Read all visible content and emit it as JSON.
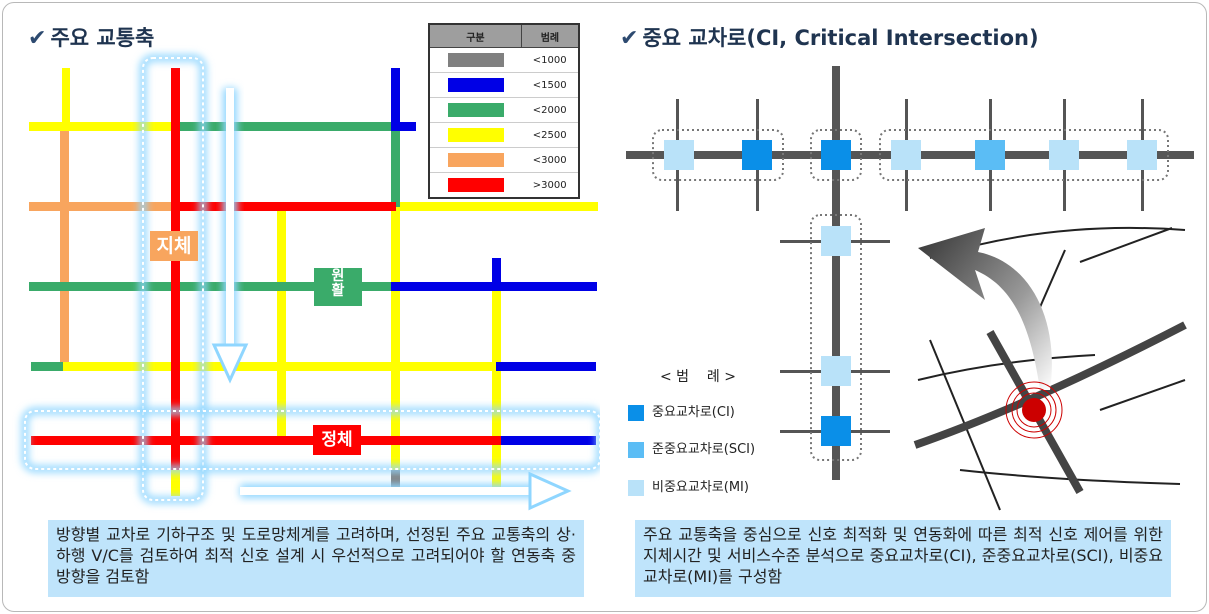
{
  "left_title": "주요 교통축",
  "right_title": "중요 교차로(CI, Critical Intersection)",
  "vc_legend": {
    "header_col1": "구분",
    "header_col2": "범례",
    "rows": [
      {
        "label": "<1000",
        "color": "#808080"
      },
      {
        "label": "<1500",
        "color": "#0000e6"
      },
      {
        "label": "<2000",
        "color": "#3aab6a"
      },
      {
        "label": "<2500",
        "color": "#ffff00"
      },
      {
        "label": "<3000",
        "color": "#f8a55e"
      },
      {
        "label": ">3000",
        "color": "#ff0000"
      }
    ]
  },
  "map_labels": {
    "delay": "지체",
    "smooth_line1": "원",
    "smooth_line2": "활",
    "congestion": "정체"
  },
  "left_description": "방향별 교차로 기하구조 및 도로망체계를 고려하며, 선정된 주요 교통축의 상·하행 V/C를 검토하여 최적 신호 설계 시 우선적으로 고려되어야 할 연동축 중방향을 검토함",
  "right_description": "주요 교통축을 중심으로 신호 최적화 및 연동화에 따른 최적 신호 제어를 위한 지체시간 및 서비스수준 분석으로 중요교차로(CI), 준중요교차로(SCI), 비중요교차로(MI)를 구성함",
  "intersection_legend": {
    "title": "< 범    례 >",
    "items": [
      {
        "label": "중요교차로(CI)",
        "color": "#0a8fe8"
      },
      {
        "label": "준중요교차로(SCI)",
        "color": "#5bbdf5"
      },
      {
        "label": "비중요교차로(MI)",
        "color": "#b9e2f9"
      }
    ]
  }
}
